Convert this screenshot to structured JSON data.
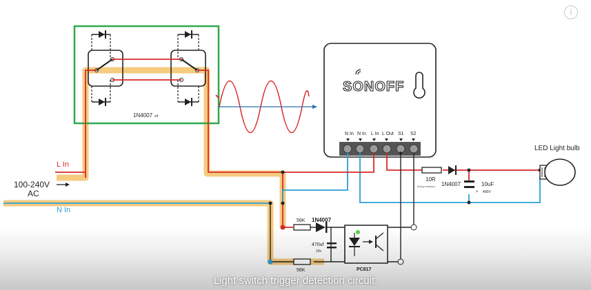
{
  "diagram": {
    "switch_diode_label": "1N4007",
    "switch_diode_qty": "x4",
    "device_brand": "SONOFF",
    "terminals": [
      "N In",
      "N In",
      "L In",
      "L Out",
      "S1",
      "S2"
    ],
    "l_in_label": "L In",
    "n_in_label": "N In",
    "supply_label_line1": "100-240V",
    "supply_label_line2": "AC",
    "bulb_label": "LED Light bulb",
    "resistor_10r": "10R",
    "resistor_10r_note": "(lossy resistor)",
    "diode_bulb": "1N4007",
    "cap_value": "10uF",
    "cap_voltage": "400V",
    "resistor_56k_top": "56K",
    "diode_detect": "1N4007",
    "cap_470": "470uf",
    "cap_470_v": "10v",
    "resistor_56k_bottom": "56K",
    "optocoupler": "PC817"
  },
  "caption": "Light switch trigger detection circuit.",
  "info_icon": "i",
  "colors": {
    "live": "#d62a2a",
    "neutral": "#2a9fd6",
    "highlight": "#f4c26a",
    "wire": "#222222",
    "frame": "#2fa84f"
  }
}
